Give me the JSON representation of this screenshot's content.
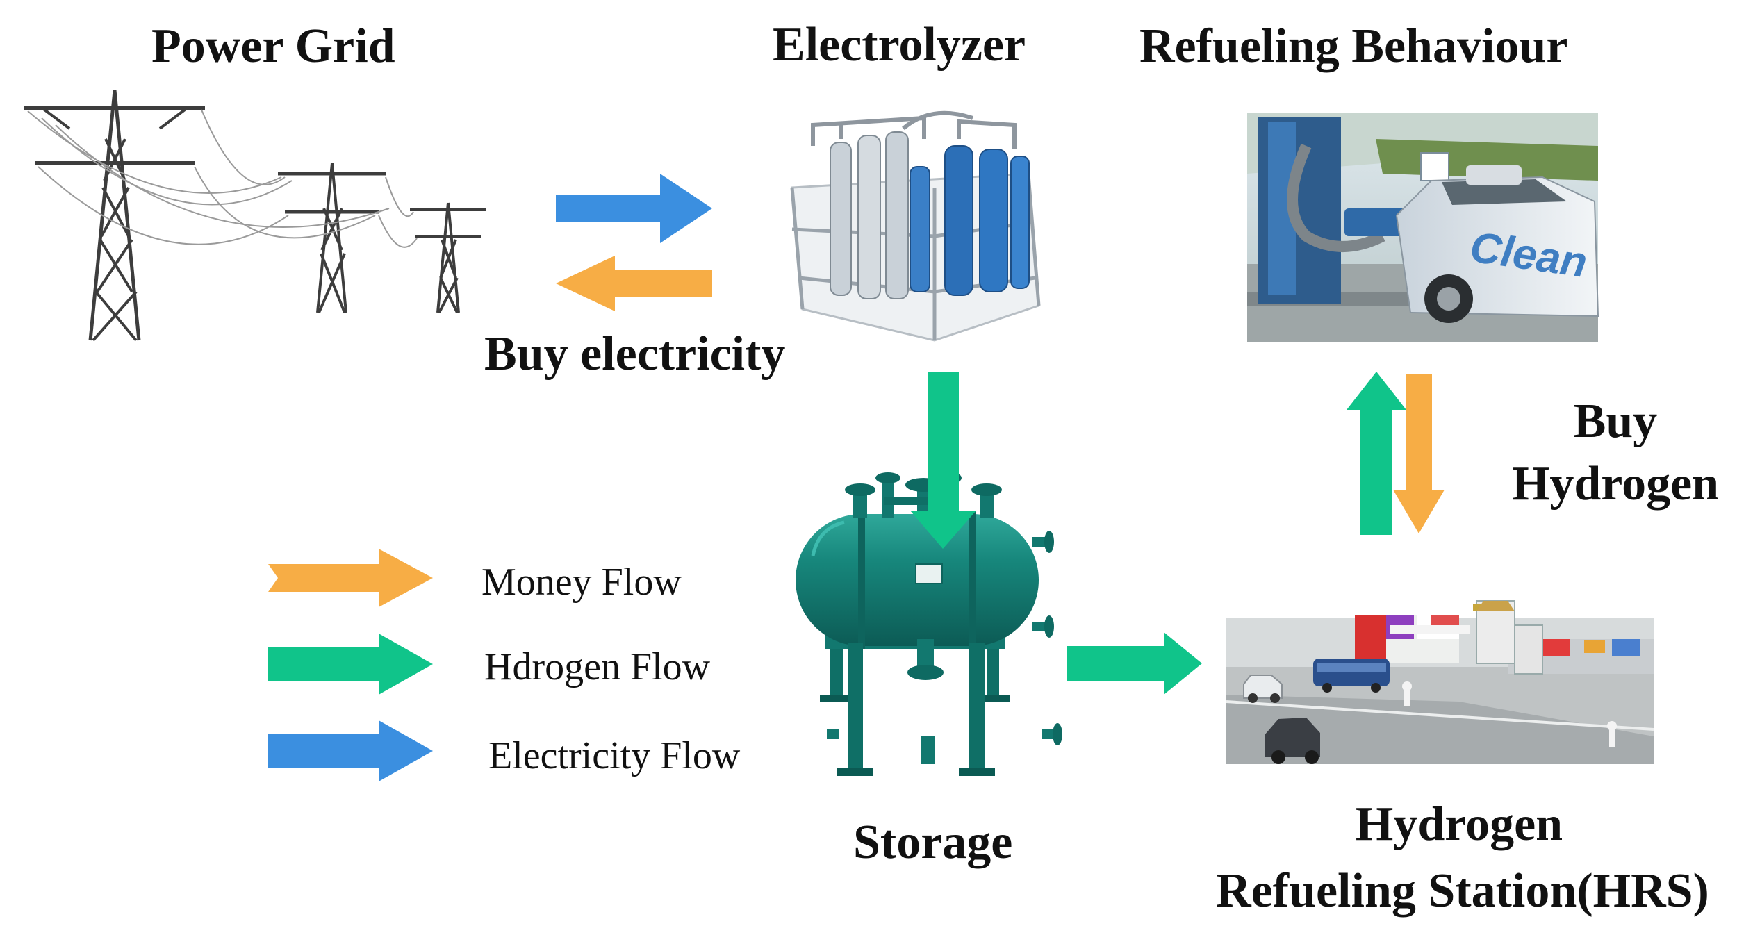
{
  "titles": {
    "power_grid": "Power Grid",
    "electrolyzer": "Electrolyzer",
    "refueling_behaviour": "Refueling Behaviour",
    "storage": "Storage",
    "hrs_line1": "Hydrogen",
    "hrs_line2": "Refueling Station(HRS)"
  },
  "flow_labels": {
    "buy_electricity": "Buy electricity",
    "buy_hydrogen_line1": "Buy",
    "buy_hydrogen_line2": "Hydrogen"
  },
  "legend": [
    {
      "label": "Money Flow",
      "color": "#f7ad45"
    },
    {
      "label": "Hdrogen Flow",
      "color": "#10c48a"
    },
    {
      "label": "Electricity Flow",
      "color": "#3b8fe0"
    }
  ],
  "photo_text": {
    "car_livery": "Clean"
  },
  "colors": {
    "money": "#f7ad45",
    "hydrogen": "#10c48a",
    "electricity": "#3b8fe0"
  }
}
